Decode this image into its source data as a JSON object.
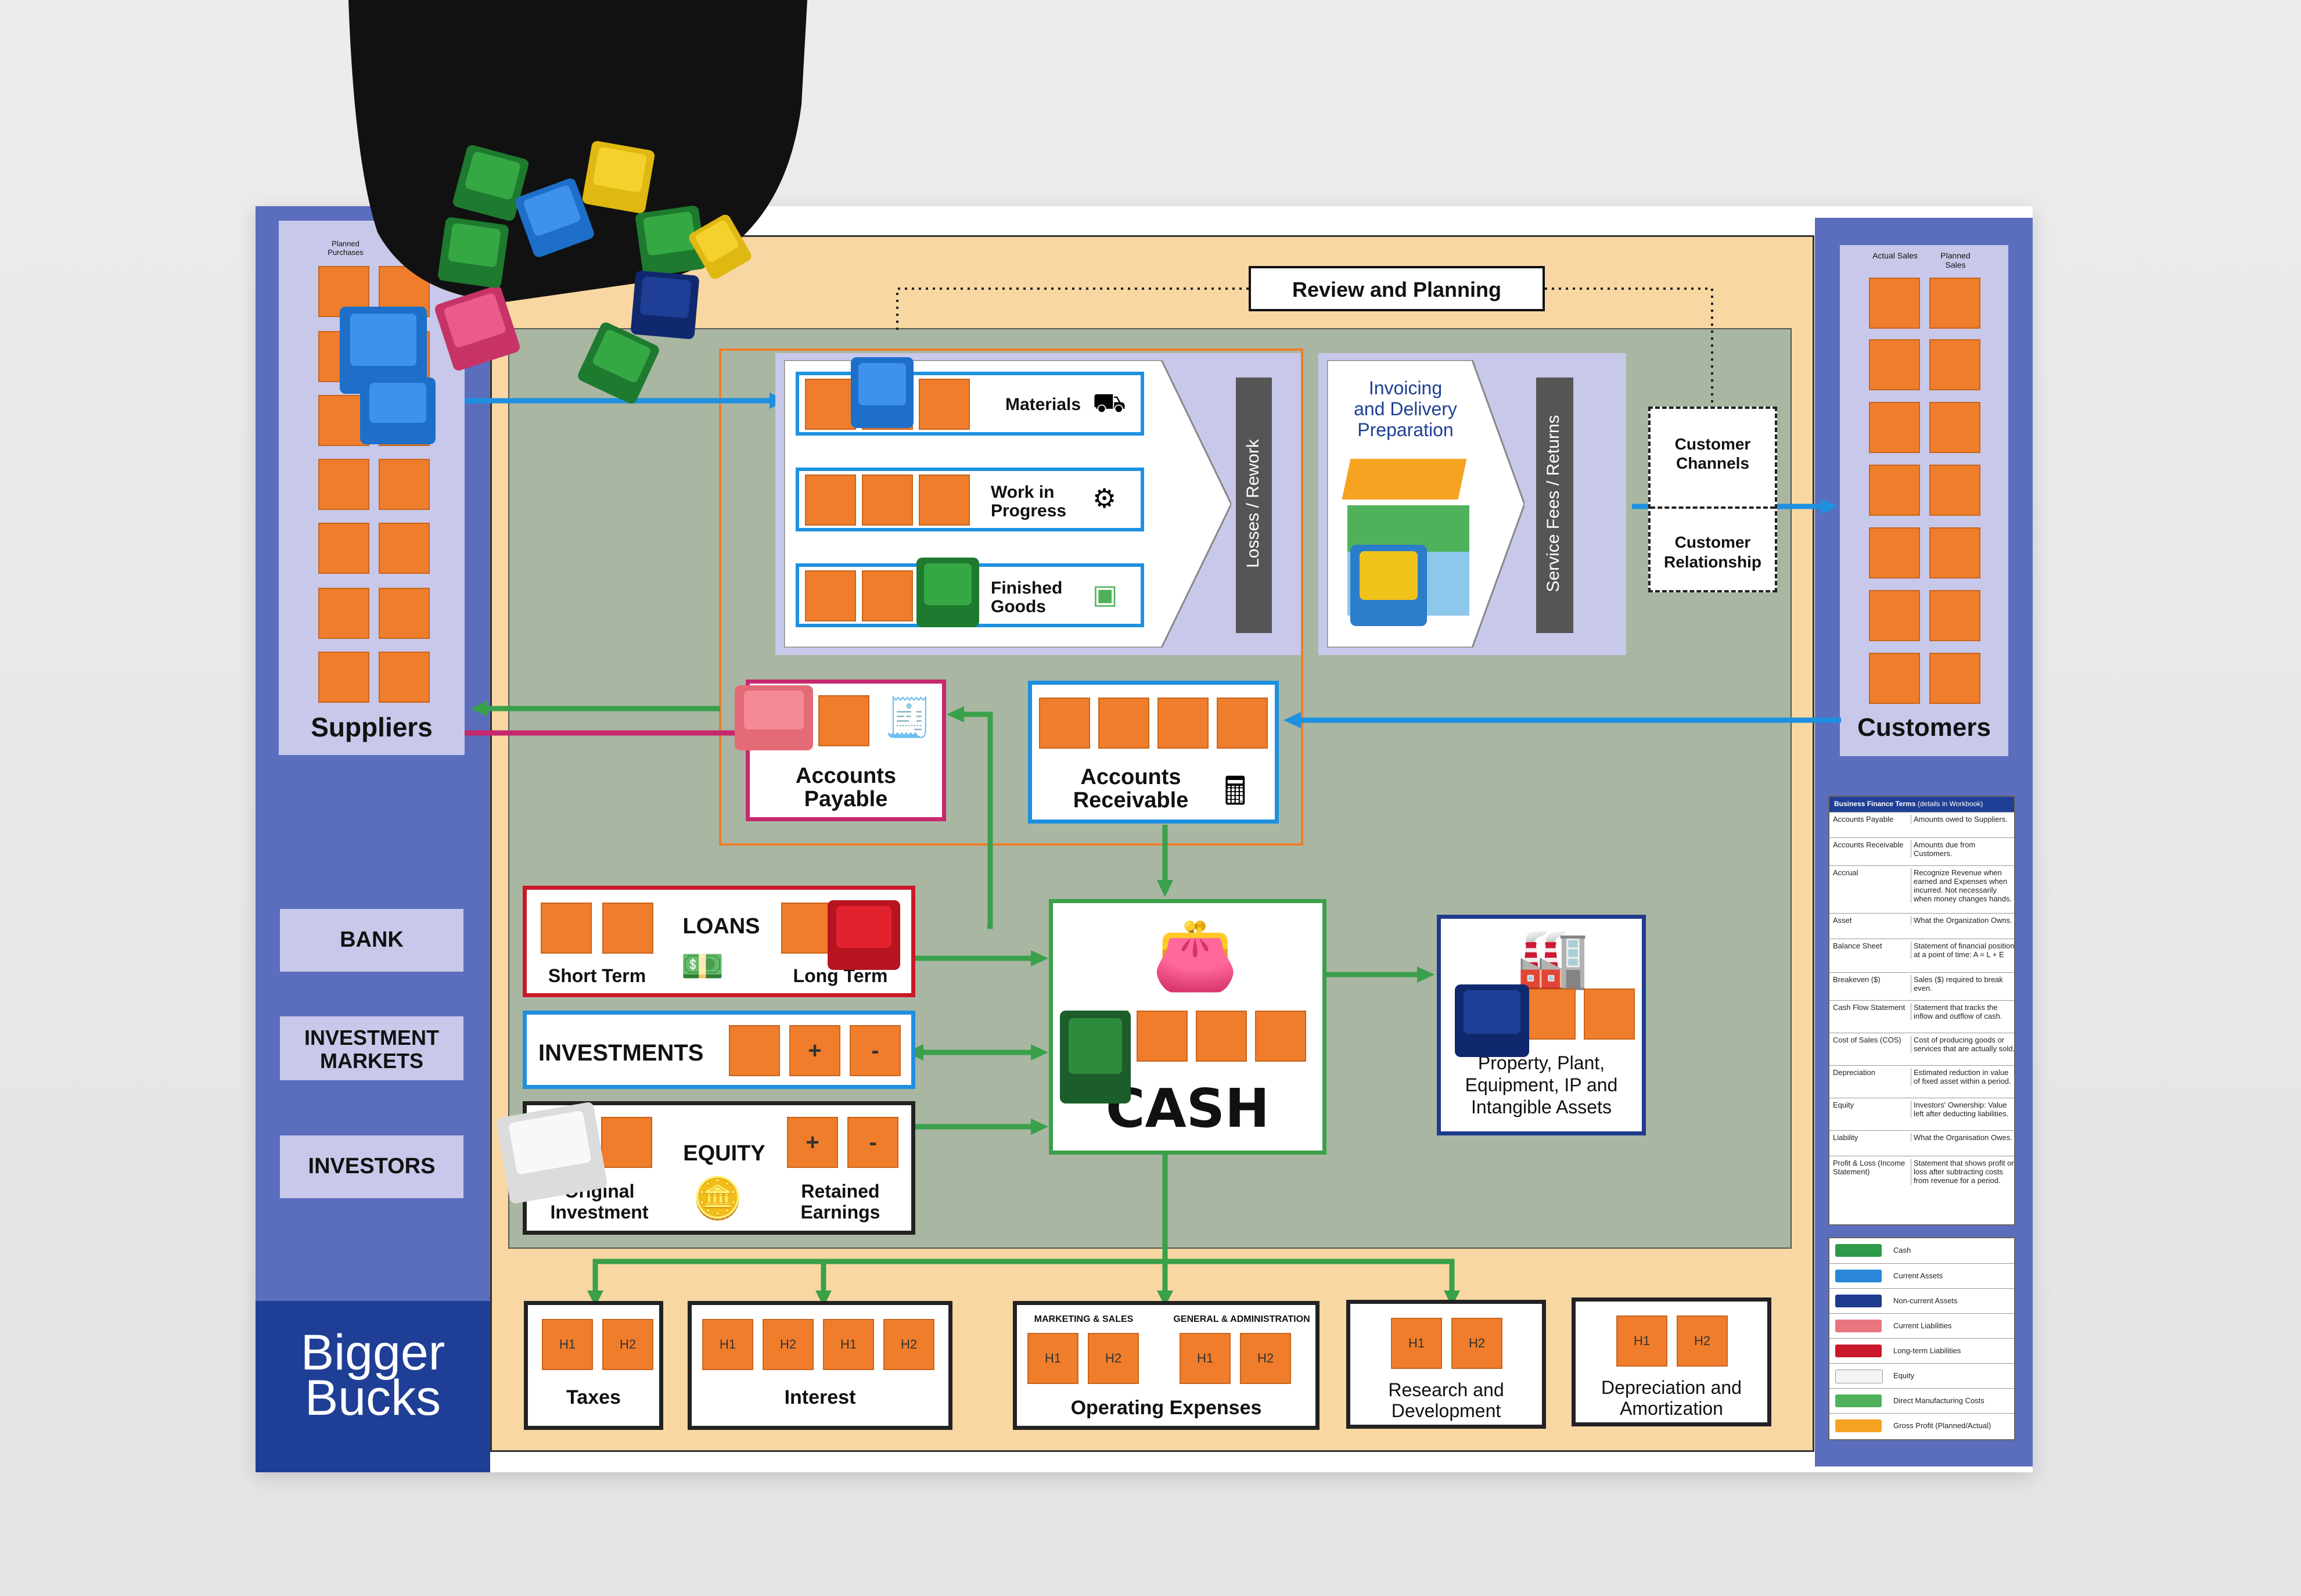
{
  "board": {
    "title_line1": "Bigger",
    "title_line2": "Bucks"
  },
  "left": {
    "planned_purchases": "Planned Purchases",
    "suppliers": "Suppliers",
    "bank": "BANK",
    "investment_markets_1": "INVESTMENT",
    "investment_markets_2": "MARKETS",
    "investors": "INVESTORS"
  },
  "right": {
    "actual_sales": "Actual Sales",
    "planned_sales": "Planned Sales",
    "customers": "Customers",
    "customer_channels_1": "Customer",
    "customer_channels_2": "Channels",
    "customer_relationship_1": "Customer",
    "customer_relationship_2": "Relationship"
  },
  "review": "Review and Planning",
  "production": {
    "materials": "Materials",
    "wip_1": "Work in",
    "wip_2": "Progress",
    "finished_1": "Finished",
    "finished_2": "Goods",
    "losses": "Losses / Rework",
    "invoicing_1": "Invoicing",
    "invoicing_2": "and Delivery",
    "invoicing_3": "Preparation",
    "service": "Service Fees / Returns"
  },
  "payables": {
    "l1": "Accounts",
    "l2": "Payable"
  },
  "receivables": {
    "l1": "Accounts",
    "l2": "Receivable"
  },
  "loans": {
    "title": "LOANS",
    "short": "Short Term",
    "long": "Long Term"
  },
  "investments": {
    "title": "INVESTMENTS",
    "plus": "+",
    "minus": "-"
  },
  "equity": {
    "title": "EQUITY",
    "orig_1": "Original",
    "orig_2": "Investment",
    "ret_1": "Retained",
    "ret_2": "Earnings",
    "plus": "+",
    "minus": "-"
  },
  "cash": "CASH",
  "ppe": {
    "l1": "Property, Plant,",
    "l2": "Equipment, IP and",
    "l3": "Intangible Assets"
  },
  "expenses": {
    "h1": "H1",
    "h2": "H2",
    "taxes": "Taxes",
    "interest": "Interest",
    "marketing": "MARKETING & SALES",
    "general": "GENERAL & ADMINISTRATION",
    "opex": "Operating Expenses",
    "rnd_1": "Research and",
    "rnd_2": "Development",
    "dep_1": "Depreciation and",
    "dep_2": "Amortization"
  },
  "glossary": {
    "title": "Business Finance Terms",
    "subtitle": "(details in Workbook)",
    "rows": [
      {
        "term": "Accounts Payable",
        "def": "Amounts owed to Suppliers."
      },
      {
        "term": "Accounts Receivable",
        "def": "Amounts due from Customers."
      },
      {
        "term": "Accrual",
        "def": "Recognize Revenue when earned and Expenses when incurred. Not necessarily when money changes hands."
      },
      {
        "term": "Asset",
        "def": "What the Organization Owns."
      },
      {
        "term": "Balance Sheet",
        "def": "Statement of financial position at a point of time: A = L + E"
      },
      {
        "term": "Breakeven ($)",
        "def": "Sales ($) required to break even."
      },
      {
        "term": "Cash Flow Statement",
        "def": "Statement that tracks the inflow and outflow of cash."
      },
      {
        "term": "Cost of Sales (COS)",
        "def": "Cost of producing goods or services that are actually sold."
      },
      {
        "term": "Depreciation",
        "def": "Estimated reduction in value of fixed asset within a period."
      },
      {
        "term": "Equity",
        "def": "Investors' Ownership: Value left after deducting liabilities."
      },
      {
        "term": "Liability",
        "def": "What the Organisation Owes."
      },
      {
        "term": "Profit & Loss (Income Statement)",
        "def": "Statement that shows profit or loss after subtracting costs from revenue for a period."
      }
    ]
  },
  "legend": [
    {
      "label": "Cash",
      "color": "#2e9a4a"
    },
    {
      "label": "Current Assets",
      "color": "#2a86d8"
    },
    {
      "label": "Non-current Assets",
      "color": "#1f3b8f"
    },
    {
      "label": "Current Liabilities",
      "color": "#e9757f"
    },
    {
      "label": "Long-term Liabilities",
      "color": "#c9192a"
    },
    {
      "label": "Equity",
      "color": "#f4f4f4"
    },
    {
      "label": "Direct Manufacturing Costs",
      "color": "#4fb25b"
    },
    {
      "label": "Gross Profit (Planned/Actual)",
      "color": "#f5a321"
    }
  ],
  "colors": {
    "orange": "#ef7d2b",
    "blue": "#5b6dbd",
    "beige": "#f8d7a2",
    "green": "#3aa04a",
    "cyan": "#1e90e0",
    "magenta": "#c6286e"
  }
}
